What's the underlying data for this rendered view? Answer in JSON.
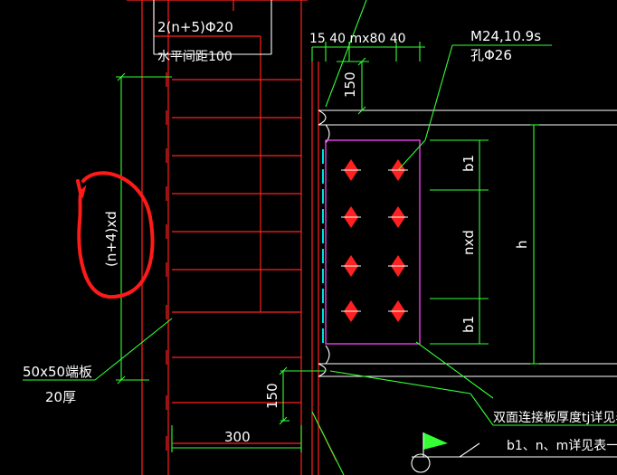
{
  "labels": {
    "rebar_count": "2(n+5)Φ20",
    "horizontal_spacing": "水平间距100",
    "top_dims": "15 40  mx80  40",
    "bolt_spec": "M24,10.9s",
    "hole_spec": "孔Φ26",
    "dim_150_top": "150",
    "dim_150_bottom": "150",
    "dim_300": "300",
    "dim_b1_top": "b1",
    "dim_b1_bottom": "b1",
    "dim_nxd": "nxd",
    "dim_h": "h",
    "dim_n4xd": "(n+4)xd",
    "end_plate": "50x50端板",
    "end_plate_thickness": "20厚",
    "note_plate": "双面连接板厚度tj详见表",
    "note_table": "b1、n、m详见表一"
  },
  "colors": {
    "background": "#000000",
    "steel": "#ff2020",
    "dimension": "#33ff33",
    "plate": "#ff44ff",
    "centerline": "#00e0e0",
    "markup": "#ff1a1a",
    "text": "#ffffff"
  },
  "bolt_grid": {
    "columns": 2,
    "rows": 4
  }
}
